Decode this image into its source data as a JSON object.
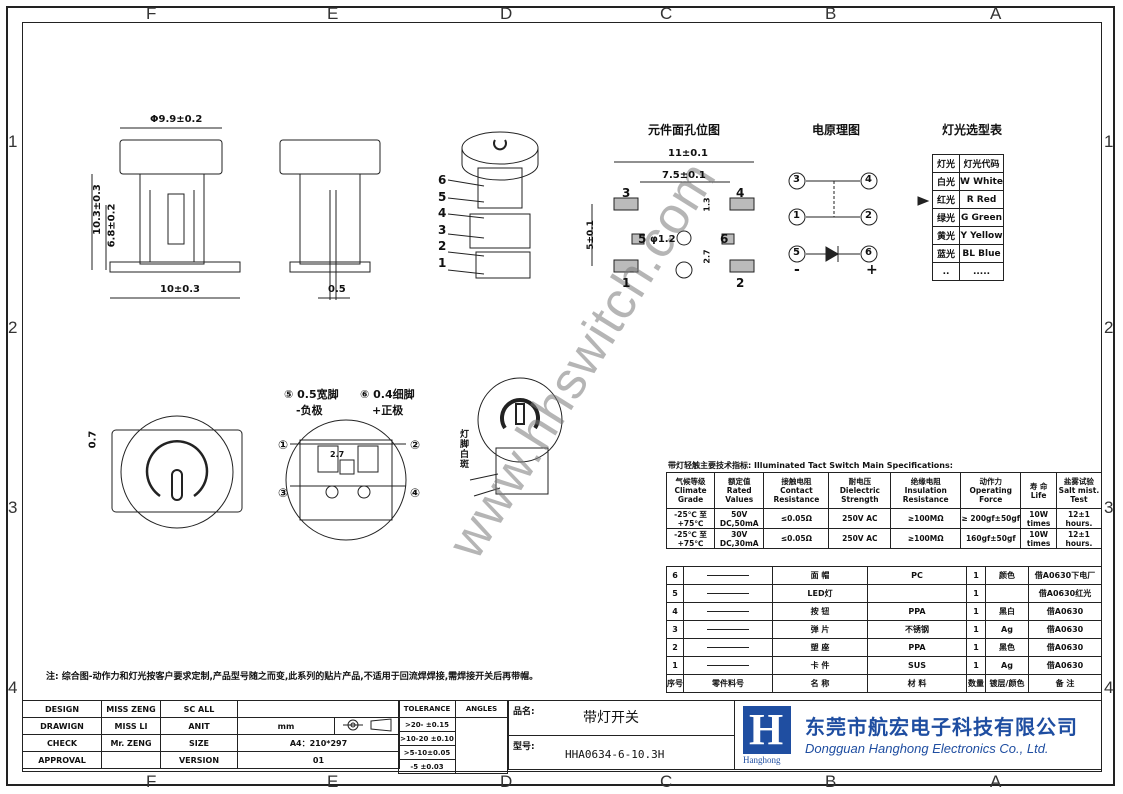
{
  "zones_top": [
    "F",
    "E",
    "D",
    "C",
    "B",
    "A"
  ],
  "zones_side": [
    "1",
    "2",
    "3",
    "4"
  ],
  "views": {
    "dim_diameter": "Φ9.9±0.2",
    "dim_height": "10.3±0.3",
    "dim_body": "6.8±0.2",
    "dim_width": "10±0.3",
    "dim_pin": "0.5",
    "dim_07": "0.7",
    "parts_nums": [
      "6",
      "5",
      "4",
      "3",
      "2",
      "1"
    ]
  },
  "hole": {
    "title": "元件面孔位图",
    "d11": "11±0.1",
    "d75": "7.5±0.1",
    "d5": "5±0.1",
    "d12": "φ1.2",
    "d13": "1.3",
    "d27": "2.7",
    "pins": [
      "1",
      "2",
      "3",
      "4",
      "5",
      "6"
    ]
  },
  "circuit": {
    "title": "电原理图",
    "pins": [
      "3",
      "4",
      "1",
      "2",
      "5",
      "6"
    ],
    "minus": "-",
    "plus": "+"
  },
  "light": {
    "title": "灯光选型表",
    "header": [
      "灯光",
      "灯光代码"
    ],
    "rows": [
      [
        "白光",
        "W White"
      ],
      [
        "红光",
        "R Red"
      ],
      [
        "绿光",
        "G Green"
      ],
      [
        "黄光",
        "Y Yellow"
      ],
      [
        "蓝光",
        "BL Blue"
      ],
      [
        "..",
        "....."
      ]
    ]
  },
  "iso2": {
    "l5": "⑤ 0.5宽脚",
    "l5b": "-负极",
    "l6": "⑥ 0.4细脚",
    "l6b": "+正极",
    "d27": "2.7",
    "c1": "①",
    "c2": "②",
    "c3": "③",
    "c4": "④",
    "side_label": "灯脚 白斑"
  },
  "spec": {
    "title": "带灯轻触主要技术指标: Illuminated Tact Switch Main Specifications:",
    "headers": [
      [
        "气候等级",
        "Climate Grade"
      ],
      [
        "额定值",
        "Rated Values"
      ],
      [
        "接触电阻",
        "Contact Resistance"
      ],
      [
        "耐电压",
        "Dielectric Strength"
      ],
      [
        "绝缘电阻",
        "Insulation Resistance"
      ],
      [
        "动作力",
        "Operating Force"
      ],
      [
        "寿 命",
        "Life"
      ],
      [
        "盐雾试验",
        "Salt mist. Test"
      ]
    ],
    "rows": [
      [
        "-25℃ 至 +75℃",
        "50V DC,50mA",
        "≤0.05Ω",
        "250V AC",
        "≥100MΩ",
        "≥ 200gf±50gf",
        "10W times",
        "12±1 hours."
      ],
      [
        "-25℃ 至 +75℃",
        "30V DC,30mA",
        "≤0.05Ω",
        "250V AC",
        "≥100MΩ",
        "160gf±50gf",
        "10W times",
        "12±1 hours."
      ]
    ]
  },
  "parts": {
    "rows": [
      [
        "6",
        "",
        "面 帽",
        "PC",
        "1",
        "颜色",
        "借A0630下电厂"
      ],
      [
        "5",
        "",
        "LED灯",
        "",
        "1",
        "",
        "借A0630红光"
      ],
      [
        "4",
        "",
        "按 钮",
        "PPA",
        "1",
        "黑白",
        "借A0630"
      ],
      [
        "3",
        "",
        "弹 片",
        "不锈钢",
        "1",
        "Ag",
        "借A0630"
      ],
      [
        "2",
        "",
        "塑 座",
        "PPA",
        "1",
        "黑色",
        "借A0630"
      ],
      [
        "1",
        "",
        "卡 件",
        "SUS",
        "1",
        "Ag",
        "借A0630"
      ]
    ],
    "header": [
      "序号",
      "零件料号",
      "名 称",
      "材 料",
      "数量",
      "镀层/颜色",
      "备 注"
    ]
  },
  "note": "注: 综合图-动作力和灯光按客户要求定制,产品型号随之而变,此系列的贴片产品,不适用于回流焊焊接,需焊接开关后再带帽。",
  "title_block": {
    "design_label": "DESIGN",
    "design_val": "MISS ZENG",
    "drawing_label": "DRAWIGN",
    "drawing_val": "MISS LI",
    "check_label": "CHECK",
    "check_val": "Mr. ZENG",
    "approval_label": "APPROVAL",
    "scale_label": "SC ALL",
    "unit_label": "ANIT",
    "unit_val": "mm",
    "size_label": "SIZE",
    "size_val": "A4：210*297",
    "version_label": "VERSION",
    "version_val": "01",
    "tolerance_label": "TOLERANCE",
    "angles_label": "ANGLES",
    "tol1": ">20- ±0.15",
    "tol2": ">10-20 ±0.10",
    "tol3": ">5-10±0.05",
    "tol4": "-5 ±0.03",
    "name_label": "品名:",
    "name_val": "带灯开关",
    "model_label": "型号:",
    "model_val": "HHA0634-6-10.3H",
    "company_cn": "东莞市航宏电子科技有限公司",
    "company_en": "Dongguan Hanghong Electronics Co., Ltd.",
    "logo_text": "Hanghong",
    "logo_mark": "H"
  },
  "watermark": "www.hhswitch.com"
}
